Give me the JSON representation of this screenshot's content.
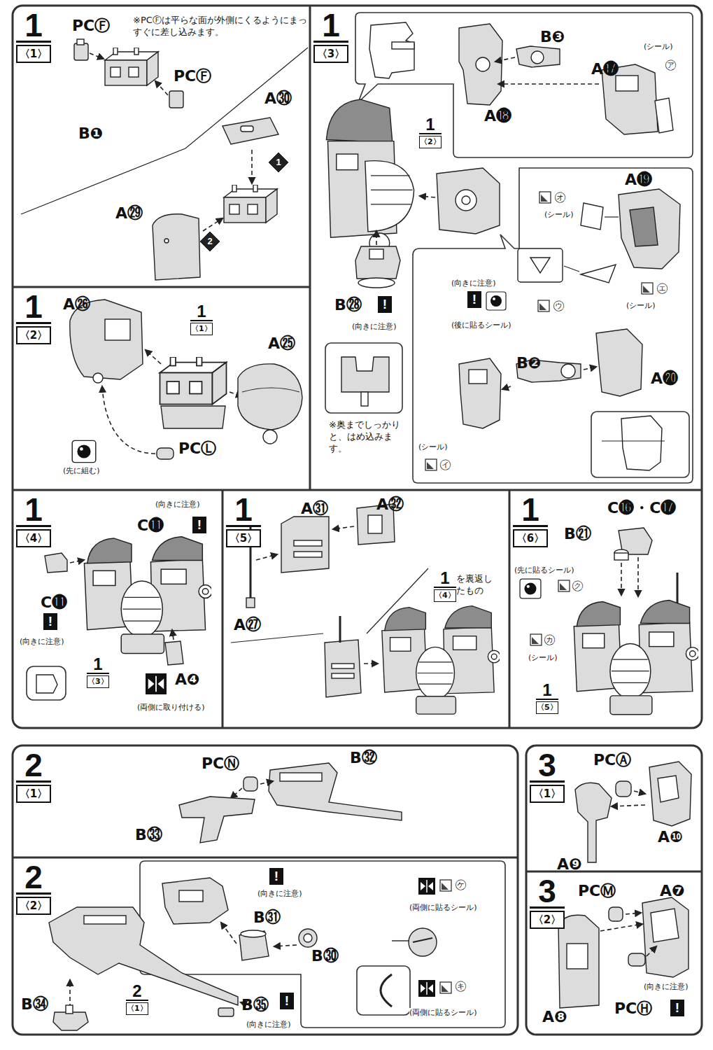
{
  "diagram": {
    "nodes": [
      {
        "text": [
          "1",
          "〈1〉"
        ]
      },
      {
        "text": [
          "1",
          "〈2〉"
        ]
      },
      {
        "text": [
          "1",
          "〈1〉"
        ],
        "in": 1
      },
      {
        "text": [
          "1",
          "〈3〉"
        ]
      },
      {
        "text": [
          "1",
          "〈2〉"
        ],
        "in": 3
      },
      {
        "text": [
          "1",
          "〈4〉"
        ]
      },
      {
        "text": [
          "1",
          "〈3〉"
        ],
        "in": 5
      },
      {
        "text": [
          "1",
          "〈5〉"
        ]
      },
      {
        "text": [
          "1",
          "〈4〉"
        ],
        "in": 7
      },
      {
        "text": [
          "1",
          "〈6〉"
        ]
      },
      {
        "text": [
          "1",
          "〈5〉"
        ],
        "in": 9
      },
      {
        "text": [
          "2",
          "〈1〉"
        ]
      },
      {
        "text": [
          "2",
          "〈2〉"
        ]
      },
      {
        "text": [
          "2",
          "〈1〉"
        ],
        "in": 12
      },
      {
        "text": [
          "3",
          "〈1〉"
        ]
      },
      {
        "text": [
          "3",
          "〈2〉"
        ]
      }
    ],
    "labels": [
      "PCⒻ",
      "※PCⒻは平らな面が外側にくるようにまっすぐに差し込みます。",
      "PCⒻ",
      "B❶",
      "A㉚",
      "1",
      "A㉙",
      "2",
      "A㉖",
      "A㉕",
      "PCⓁ",
      "(先に組む)",
      "B❸",
      "A⓱",
      "(シール)",
      "㋐",
      "A⓲",
      "A⓳",
      "㋔",
      "(シール)",
      "(向きに注意)",
      "!",
      "㋒",
      "(後に貼るシール)",
      "㋓",
      "(シール)",
      "B❷",
      "A⓴",
      "(シール)",
      "㋑",
      "B㉘",
      "!",
      "(向きに注意)",
      "※奥までしっかりと、はめ込みます。",
      "(向きに注意)",
      "C⓫",
      "!",
      "C⓫",
      "!",
      "(向きに注意)",
      "A❹",
      "(両側に取り付ける)",
      "A㉛",
      "A㉜",
      "A㉗",
      "を裏返したもの",
      "C⓰・C⓱",
      "B㉑",
      "(先に貼るシール)",
      "㋗",
      "㋕",
      "(シール)",
      "PCⓃ",
      "B㉜",
      "B㉝",
      "!",
      "(向きに注意)",
      "B㉛",
      "B㉚",
      "㋘",
      "(両側に貼るシール)",
      "㋖",
      "(両側に貼るシール)",
      "B㉞",
      "B㉟",
      "!",
      "(向きに注意)",
      "PCⒶ",
      "A❿",
      "A❾",
      "PCⓂ",
      "A❼",
      "(向きに注意)",
      "PCⒽ",
      "!",
      "A❽"
    ]
  }
}
